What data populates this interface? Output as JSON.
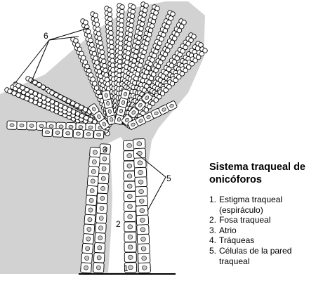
{
  "legend": {
    "title": "Sistema traqueal de onicóforos",
    "items": [
      {
        "number": "1.",
        "text": "Estigma traqueal (espiráculo)"
      },
      {
        "number": "2.",
        "text": "Fosa traqueal"
      },
      {
        "number": "3.",
        "text": "Atrio"
      },
      {
        "number": "4.",
        "text": "Tráqueas"
      },
      {
        "number": "5.",
        "text": "Células de la pared traqueal"
      }
    ]
  },
  "labels": {
    "n1": "1",
    "n2": "2",
    "n3": "3",
    "n5": "5",
    "n6": "6"
  },
  "colors": {
    "tissue": "#d2d2d2",
    "cell_fill": "#ffffff",
    "nucleus": "#c7c7c7",
    "outline": "#000000"
  }
}
